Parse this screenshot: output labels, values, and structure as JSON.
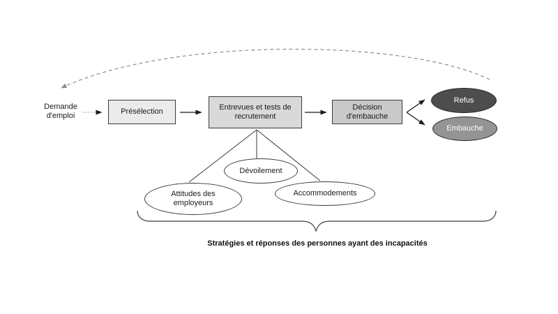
{
  "diagram": {
    "caption": "Stratégies et réponses des personnes ayant des incapacités",
    "start": {
      "label": "Demande d'emploi"
    },
    "process_boxes": [
      {
        "label": "Présélection",
        "fill": "#ebebeb"
      },
      {
        "label": "Entrevues et tests de recrutement",
        "fill": "#d9d9d9"
      },
      {
        "label": "Décision d'embauche",
        "fill": "#c9c9c9"
      }
    ],
    "outcomes": [
      {
        "label": "Refus",
        "fill": "#4d4d4d",
        "text_color": "#ffffff"
      },
      {
        "label": "Embauche",
        "fill": "#949494",
        "text_color": "#ffffff"
      }
    ],
    "strategies": [
      {
        "label": "Attitudes des employeurs",
        "fill": "#ffffff"
      },
      {
        "label": "Dévoilement",
        "fill": "#ffffff"
      },
      {
        "label": "Accommodements",
        "fill": "#ffffff"
      }
    ],
    "colors": {
      "box_border": "#3a3a3a",
      "solid_arrow": "#1a1a1a",
      "dashed_feedback_arc": "#8b8b93",
      "brace": "#3a3a3a",
      "background": "#ffffff"
    }
  }
}
